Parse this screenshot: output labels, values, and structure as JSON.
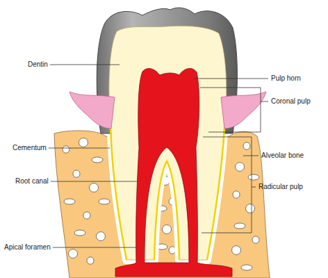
{
  "diagram": {
    "labels": [
      "Dentin",
      "Pulp horn",
      "Coronal pulp",
      "Cementum",
      "Alveolar bone",
      "Root canal",
      "Radicular pulp",
      "Apical foramen"
    ]
  }
}
